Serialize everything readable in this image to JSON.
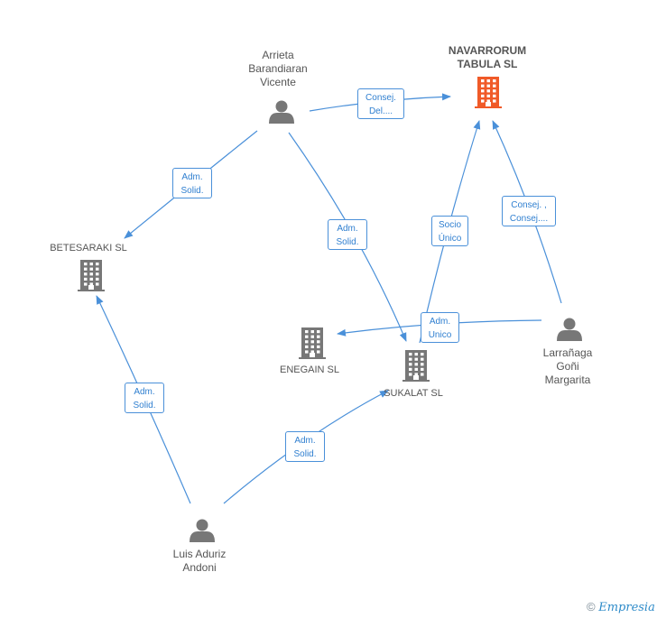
{
  "people": [
    {
      "id": "arrieta",
      "lines": [
        "Arrieta",
        "Barandiaran",
        "Vicente"
      ]
    },
    {
      "id": "larranaga",
      "lines": [
        "Larrañaga",
        "Goñi",
        "Margarita"
      ]
    },
    {
      "id": "aduriz",
      "lines": [
        "Luis Aduriz",
        "Andoni"
      ]
    }
  ],
  "companies": [
    {
      "id": "navarrorum",
      "lines": [
        "NAVARRORUM",
        "TABULA SL"
      ],
      "highlight": true
    },
    {
      "id": "betesaraki",
      "lines": [
        "BETESARAKI SL"
      ]
    },
    {
      "id": "enegain",
      "lines": [
        "ENEGAIN SL"
      ]
    },
    {
      "id": "sukalat",
      "lines": [
        "SUKALAT SL"
      ]
    }
  ],
  "edges": [
    {
      "from": "arrieta",
      "to": "navarrorum",
      "label": [
        "Consej.",
        "Del...."
      ]
    },
    {
      "from": "arrieta",
      "to": "betesaraki",
      "label": [
        "Adm.",
        "Solid."
      ]
    },
    {
      "from": "arrieta",
      "to": "sukalat",
      "label": [
        "Adm.",
        "Solid."
      ]
    },
    {
      "from": "sukalat",
      "to": "navarrorum",
      "label": [
        "Socio",
        "Único"
      ]
    },
    {
      "from": "larranaga",
      "to": "navarrorum",
      "label": [
        "Consej. ,",
        "Consej...."
      ]
    },
    {
      "from": "larranaga",
      "to": "enegain",
      "label": [
        "Adm.",
        "Unico"
      ]
    },
    {
      "from": "aduriz",
      "to": "betesaraki",
      "label": [
        "Adm.",
        "Solid."
      ]
    },
    {
      "from": "aduriz",
      "to": "sukalat",
      "label": [
        "Adm.",
        "Solid."
      ]
    }
  ],
  "colors": {
    "edge": "#4a90d9",
    "person": "#777777",
    "company": "#777777",
    "highlight": "#f05a28"
  },
  "credit": {
    "symbol": "©",
    "brand": "Empresia"
  }
}
